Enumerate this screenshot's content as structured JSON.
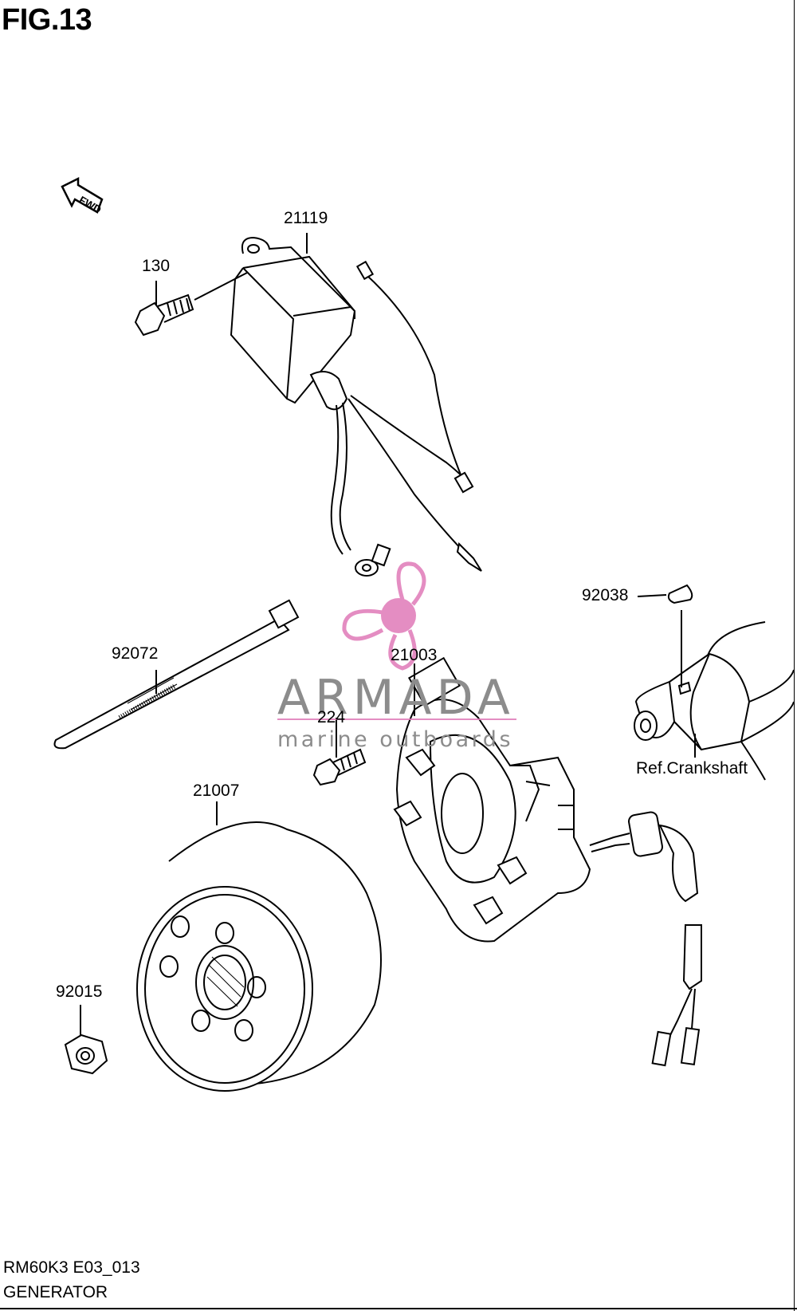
{
  "figure": {
    "title": "FIG.13"
  },
  "direction_marker": {
    "label": "FWD"
  },
  "callouts": {
    "ignition_module": "21119",
    "bolt_module": "130",
    "woodruff_key": "92038",
    "cable_tie": "92072",
    "stator": "21003",
    "screw_stator": "224",
    "flywheel": "21007",
    "nut": "92015",
    "crankshaft_ref": "Ref.Crankshaft"
  },
  "watermark": {
    "name": "ARMADA",
    "tagline": "marine outboards",
    "color": "#e07ab8"
  },
  "footer": {
    "code": "RM60K3 E03_013",
    "section": "GENERATOR"
  }
}
